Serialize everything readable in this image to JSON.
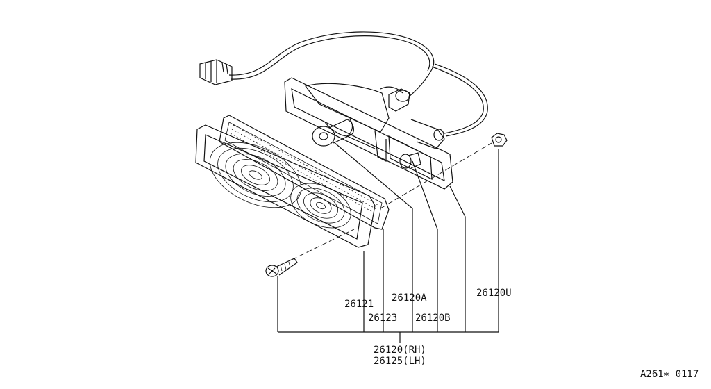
{
  "labels": {
    "p26121": "26121",
    "p26123": "26123",
    "p26120A": "26120A",
    "p26120B": "26120B",
    "p26120U": "26120U",
    "assembly_rh": "26120(RH)",
    "assembly_lh": "26125(LH)",
    "figure_code": "A261∗ 0117"
  }
}
